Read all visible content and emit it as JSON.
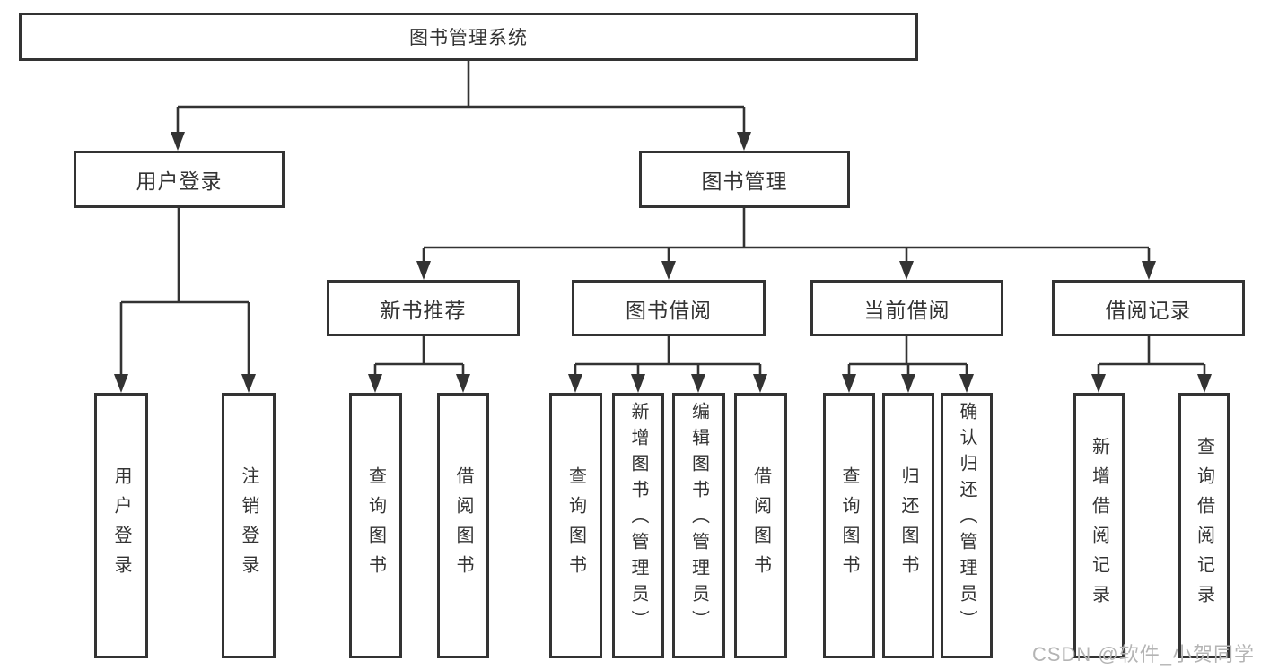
{
  "diagram_type": "hierarchy-tree",
  "tree": {
    "label": "图书管理系统",
    "children": [
      {
        "label": "用户登录",
        "children": [
          {
            "label": "用户登录"
          },
          {
            "label": "注销登录"
          }
        ]
      },
      {
        "label": "图书管理",
        "children": [
          {
            "label": "新书推荐",
            "children": [
              {
                "label": "查询图书"
              },
              {
                "label": "借阅图书"
              }
            ]
          },
          {
            "label": "图书借阅",
            "children": [
              {
                "label": "查询图书"
              },
              {
                "label": "新增图书（管理员）"
              },
              {
                "label": "编辑图书（管理员）"
              },
              {
                "label": "借阅图书"
              }
            ]
          },
          {
            "label": "当前借阅",
            "children": [
              {
                "label": "查询图书"
              },
              {
                "label": "归还图书"
              },
              {
                "label": "确认归还（管理员）"
              }
            ]
          },
          {
            "label": "借阅记录",
            "children": [
              {
                "label": "新增借阅记录"
              },
              {
                "label": "查询借阅记录"
              }
            ]
          }
        ]
      }
    ]
  },
  "watermark": {
    "text": "CSDN @软件_小贺同学"
  },
  "colors": {
    "line": "#333333",
    "text": "#333333",
    "watermark": "#b4b4b4",
    "background": "#ffffff"
  }
}
